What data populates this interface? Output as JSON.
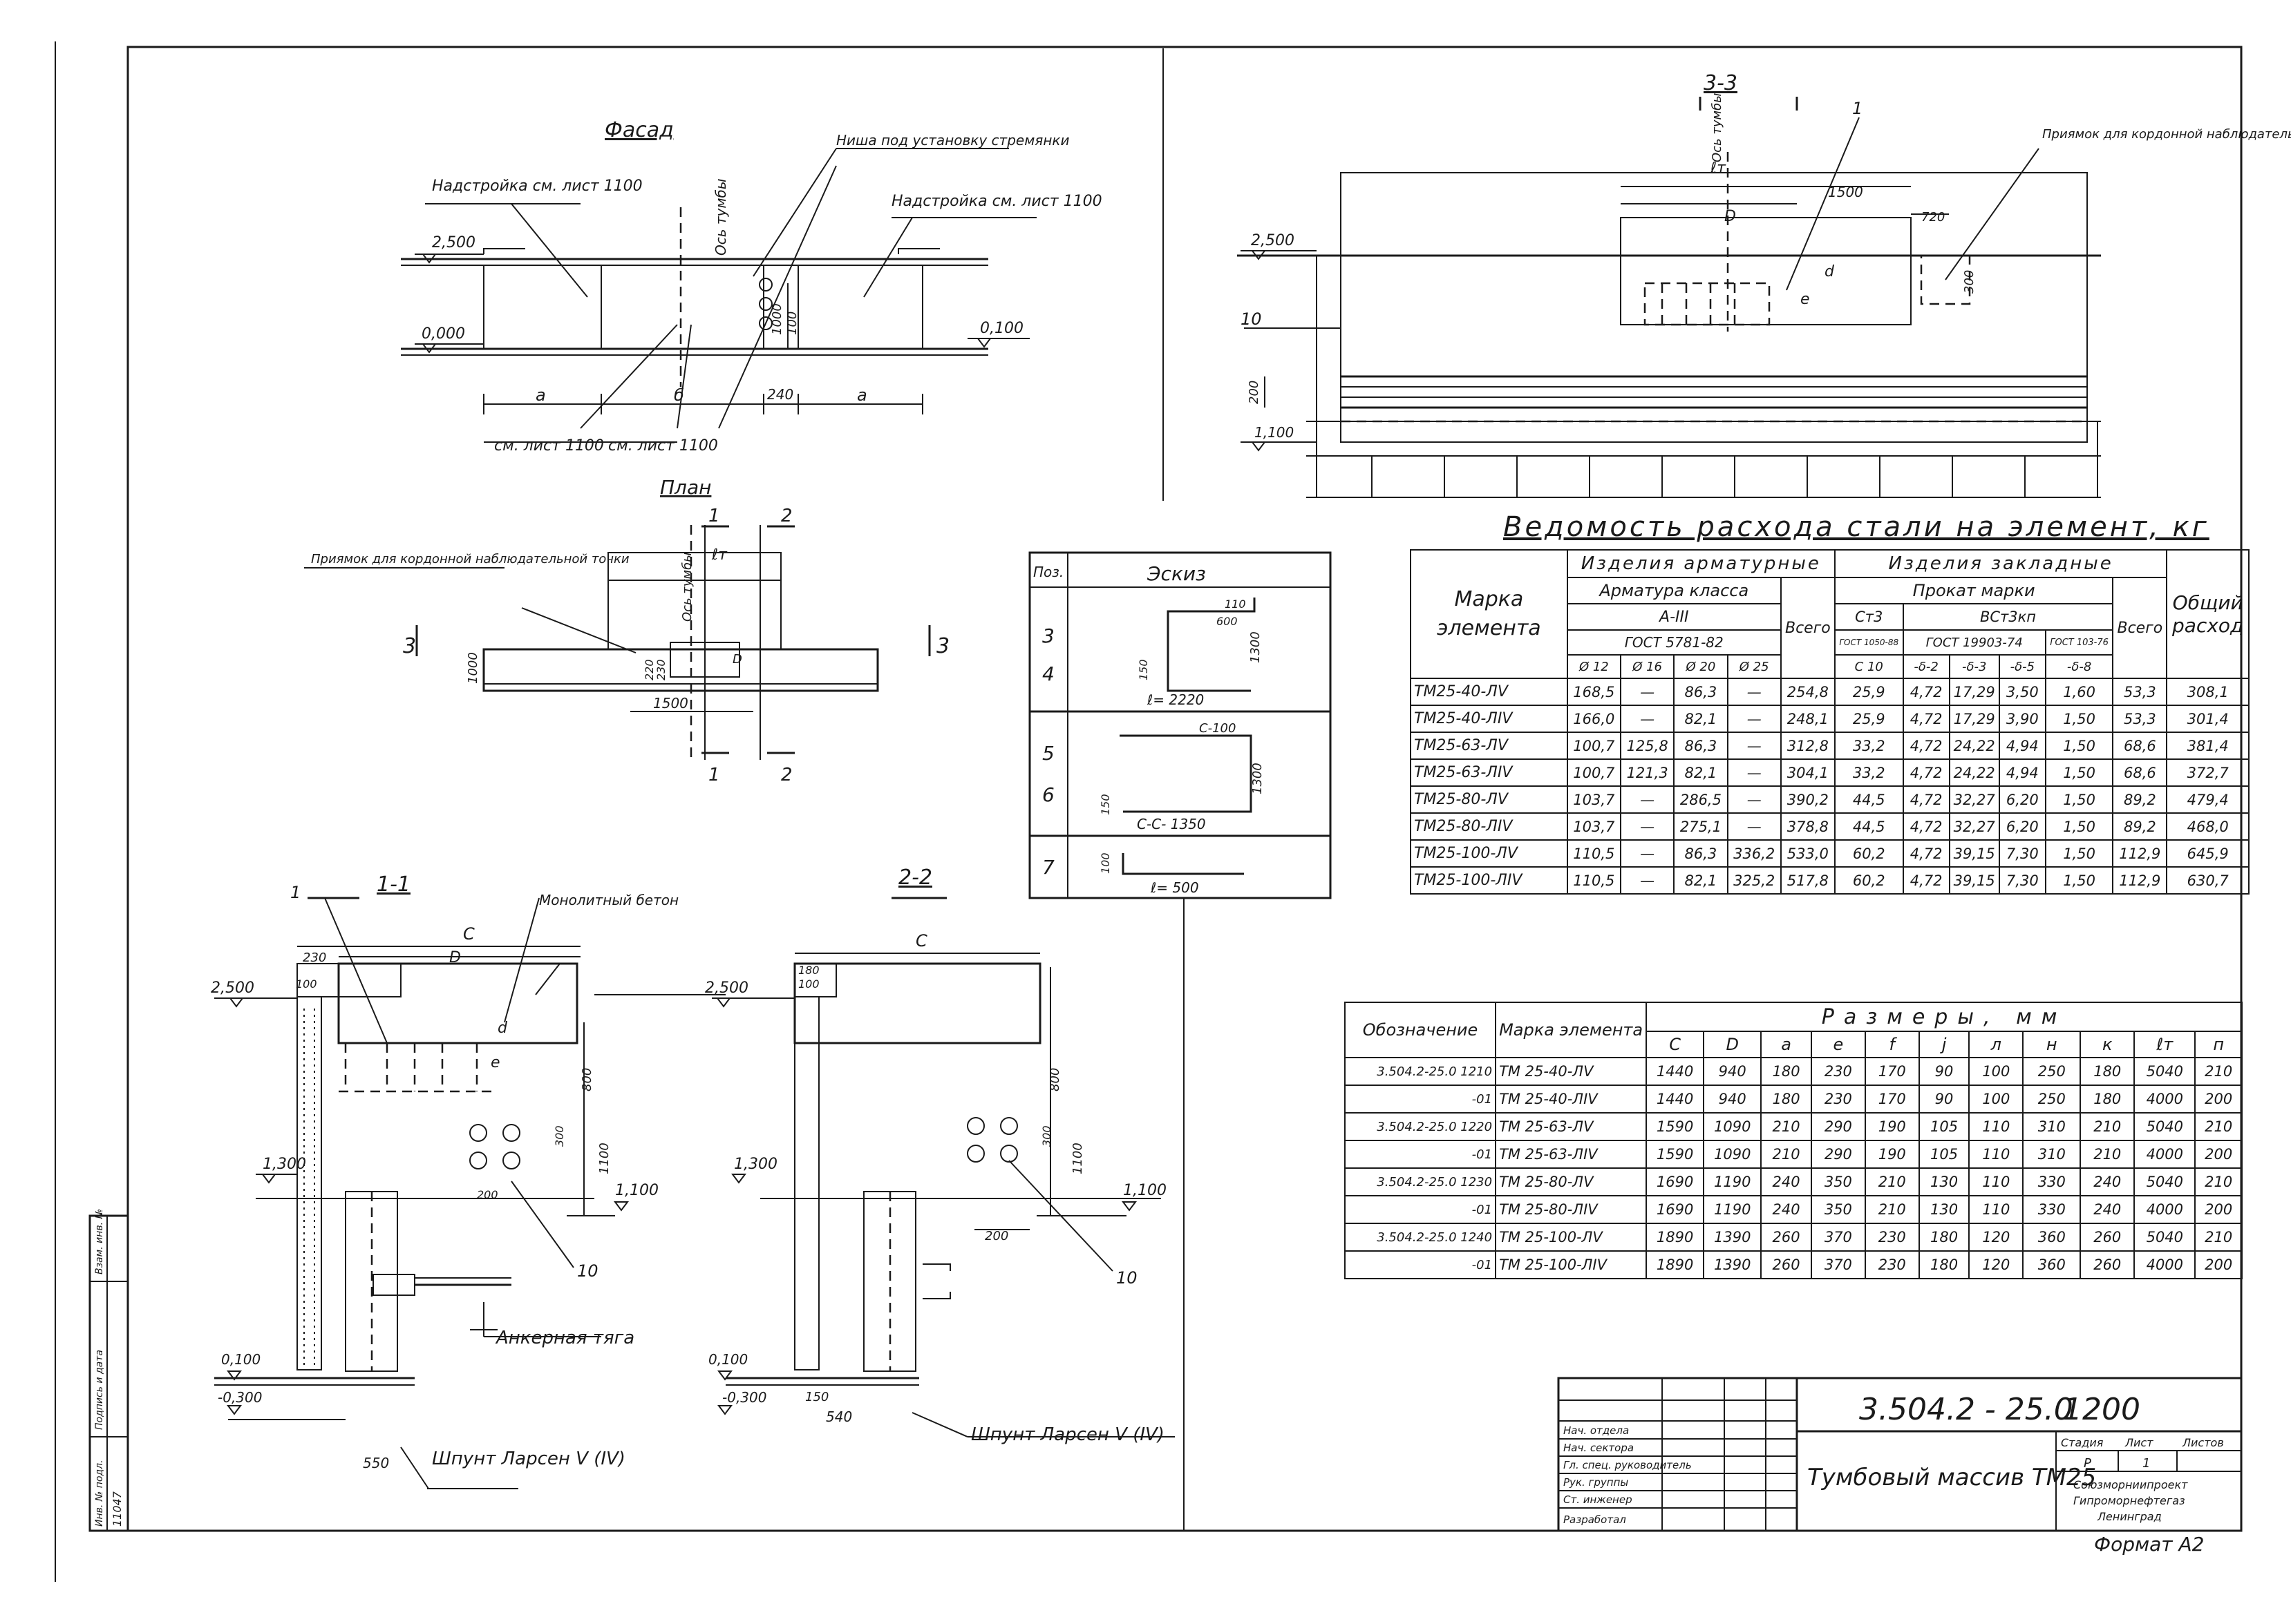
{
  "sheet": {
    "code": "3.504.2 - 25.0",
    "sheet_no": "1200",
    "title": "Тумбовый массив ТМ25",
    "format": "Формат А2",
    "stamp_cols": [
      "Стадия",
      "Лист",
      "Листов"
    ],
    "stamp_vals": [
      "Р",
      "1",
      ""
    ],
    "org_lines": [
      "Союзморниипроект",
      "Гипроморнефтегаз",
      "Ленинград"
    ],
    "approval_rows": [
      "Нач. отдела",
      "Нач. сектора",
      "Гл. спец. руководитель",
      "Рук. группы",
      "Ст. инженер",
      "Разработал"
    ],
    "side_stamp": [
      "Инв. № подл.",
      "Подпись и дата",
      "Взам. инв. №"
    ],
    "side_inv": "11047"
  },
  "views": {
    "facade": {
      "title": "Фасад",
      "callout_niche": "Ниша под установку стремянки",
      "callout_add_left": "Надстройка см. лист 1100",
      "callout_add_right": "Надстройка см. лист 1100",
      "axis": "Ось тумбы",
      "lvl_top": "2,500",
      "lvl_zero": "0,000",
      "lvl_right": "0,100",
      "dim_a1": "а",
      "dim_b": "б",
      "dim_240": "240",
      "dim_a2": "а",
      "dim_1000": "1000",
      "dim_100": "100",
      "ref_left": "см. лист 1100",
      "ref_right": "см. лист 1100"
    },
    "plan": {
      "title": "План",
      "callout": "Приямок для кордонной наблюдательной точки",
      "cut1": "1",
      "cut2": "2",
      "cut3": "3",
      "lm": "ℓт",
      "axis": "Ось тумбы",
      "dim_1000": "1000",
      "dim_1500": "1500",
      "dim_220": "220",
      "dim_230": "230",
      "dim_d": "D"
    },
    "sec33": {
      "title": "3-3",
      "callout": "Приямок для кордонной наблюдательной точки",
      "axis": "Ось тумбы",
      "lm": "ℓт",
      "lvl_top": "2,500",
      "lvl_bottom": "1,100",
      "dim_1500": "1500",
      "dim_d": "D",
      "dim_d_small": "d",
      "dim_e": "е",
      "dim_720": "720",
      "dim_300": "300",
      "dim_200": "200",
      "item_1": "1",
      "item_10": "10"
    },
    "sec11": {
      "title": "1-1",
      "callout_concrete": "Монолитный бетон",
      "callout_anchor": "Анкерная тяга",
      "callout_sheet": "Шпунт Ларсен V (IV)",
      "lvl_top": "2,500",
      "lvl_1300": "1,300",
      "lvl_1100": "1,100",
      "lvl_0100": "0,100",
      "lvl_m0300": "-0,300",
      "dim_c": "С",
      "dim_d": "D",
      "dim_230": "230",
      "dim_100": "100",
      "dim_800": "800",
      "dim_1100": "1100",
      "dim_300": "300",
      "dim_200": "200",
      "dim_550": "550",
      "dim_d_small": "d",
      "dim_e": "е",
      "item_1": "1",
      "item_10": "10"
    },
    "sec22": {
      "title": "2-2",
      "callout_sheet": "Шпунт Ларсен V (IV)",
      "lvl_top": "2,500",
      "lvl_1300": "1,300",
      "lvl_1100": "1,100",
      "lvl_0100": "0,100",
      "lvl_m0300": "-0,300",
      "dim_c": "С",
      "dim_180": "180",
      "dim_100": "100",
      "dim_800": "800",
      "dim_1100": "1100",
      "dim_300": "300",
      "dim_200": "200",
      "dim_540": "540",
      "dim_150": "150",
      "item_10": "10"
    }
  },
  "details": {
    "title": "Ведомость деталей",
    "head_pos": "Поз.",
    "head_sketch": "Эскиз",
    "rows": [
      {
        "pos": "3\n4",
        "dims": [
          "600",
          "110",
          "1300",
          "150"
        ],
        "total": "ℓ= 2220"
      },
      {
        "pos": "5\n6",
        "dims": [
          "С-100",
          "1300",
          "150"
        ],
        "total": "С-С- 1350"
      },
      {
        "pos": "7",
        "dims": [
          "100"
        ],
        "total": "ℓ= 500"
      }
    ]
  },
  "steel": {
    "title": "Ведомость расхода стали на элемент, кг",
    "h_mark": "Марка элемента",
    "h_rebar": "Изделия арматурные",
    "h_rebar_class": "Арматура класса",
    "h_a3": "А-III",
    "h_gost1": "ГОСТ 5781-82",
    "h_emb": "Изделия закладные",
    "h_prokat": "Прокат марки",
    "h_st3": "Ст3",
    "h_vst3": "ВСт3кп",
    "h_gost_st3": "ГОСТ 1050-88",
    "h_gost2": "ГОСТ 19903-74",
    "h_gost3": "ГОСТ 103-76",
    "h_all": "Всего",
    "h_total": "Общий расход",
    "cols": [
      "Ø 12",
      "Ø 16",
      "Ø 20",
      "Ø 25",
      "С 10",
      "-δ-2",
      "-δ-3",
      "-δ-5",
      "-δ-8"
    ],
    "rows": [
      [
        "ТМ25-40-ЛV",
        "168,5",
        "—",
        "86,3",
        "—",
        "254,8",
        "25,9",
        "4,72",
        "17,29",
        "3,50",
        "1,60",
        "53,3",
        "308,1"
      ],
      [
        "ТМ25-40-ЛIV",
        "166,0",
        "—",
        "82,1",
        "—",
        "248,1",
        "25,9",
        "4,72",
        "17,29",
        "3,90",
        "1,50",
        "53,3",
        "301,4"
      ],
      [
        "ТМ25-63-ЛV",
        "100,7",
        "125,8",
        "86,3",
        "—",
        "312,8",
        "33,2",
        "4,72",
        "24,22",
        "4,94",
        "1,50",
        "68,6",
        "381,4"
      ],
      [
        "ТМ25-63-ЛIV",
        "100,7",
        "121,3",
        "82,1",
        "—",
        "304,1",
        "33,2",
        "4,72",
        "24,22",
        "4,94",
        "1,50",
        "68,6",
        "372,7"
      ],
      [
        "ТМ25-80-ЛV",
        "103,7",
        "—",
        "286,5",
        "—",
        "390,2",
        "44,5",
        "4,72",
        "32,27",
        "6,20",
        "1,50",
        "89,2",
        "479,4"
      ],
      [
        "ТМ25-80-ЛIV",
        "103,7",
        "—",
        "275,1",
        "—",
        "378,8",
        "44,5",
        "4,72",
        "32,27",
        "6,20",
        "1,50",
        "89,2",
        "468,0"
      ],
      [
        "ТМ25-100-ЛV",
        "110,5",
        "—",
        "86,3",
        "336,2",
        "533,0",
        "60,2",
        "4,72",
        "39,15",
        "7,30",
        "1,50",
        "112,9",
        "645,9"
      ],
      [
        "ТМ25-100-ЛIV",
        "110,5",
        "—",
        "82,1",
        "325,2",
        "517,8",
        "60,2",
        "4,72",
        "39,15",
        "7,30",
        "1,50",
        "112,9",
        "630,7"
      ]
    ]
  },
  "sizes": {
    "title": "Размеры, мм",
    "h_code": "Обозначение",
    "h_mark": "Марка элемента",
    "cols": [
      "C",
      "D",
      "a",
      "e",
      "f",
      "j",
      "л",
      "н",
      "к",
      "ℓт",
      "п"
    ],
    "rows": [
      [
        "3.504.2-25.0 1210",
        "ТМ 25-40-ЛV",
        "1440",
        "940",
        "180",
        "230",
        "170",
        "90",
        "100",
        "250",
        "180",
        "5040",
        "210"
      ],
      [
        "-01",
        "ТМ 25-40-ЛIV",
        "1440",
        "940",
        "180",
        "230",
        "170",
        "90",
        "100",
        "250",
        "180",
        "4000",
        "200"
      ],
      [
        "3.504.2-25.0 1220",
        "ТМ 25-63-ЛV",
        "1590",
        "1090",
        "210",
        "290",
        "190",
        "105",
        "110",
        "310",
        "210",
        "5040",
        "210"
      ],
      [
        "-01",
        "ТМ 25-63-ЛIV",
        "1590",
        "1090",
        "210",
        "290",
        "190",
        "105",
        "110",
        "310",
        "210",
        "4000",
        "200"
      ],
      [
        "3.504.2-25.0 1230",
        "ТМ 25-80-ЛV",
        "1690",
        "1190",
        "240",
        "350",
        "210",
        "130",
        "110",
        "330",
        "240",
        "5040",
        "210"
      ],
      [
        "-01",
        "ТМ 25-80-ЛIV",
        "1690",
        "1190",
        "240",
        "350",
        "210",
        "130",
        "110",
        "330",
        "240",
        "4000",
        "200"
      ],
      [
        "3.504.2-25.0 1240",
        "ТМ 25-100-ЛV",
        "1890",
        "1390",
        "260",
        "370",
        "230",
        "180",
        "120",
        "360",
        "260",
        "5040",
        "210"
      ],
      [
        "-01",
        "ТМ 25-100-ЛIV",
        "1890",
        "1390",
        "260",
        "370",
        "230",
        "180",
        "120",
        "360",
        "260",
        "4000",
        "200"
      ]
    ]
  }
}
